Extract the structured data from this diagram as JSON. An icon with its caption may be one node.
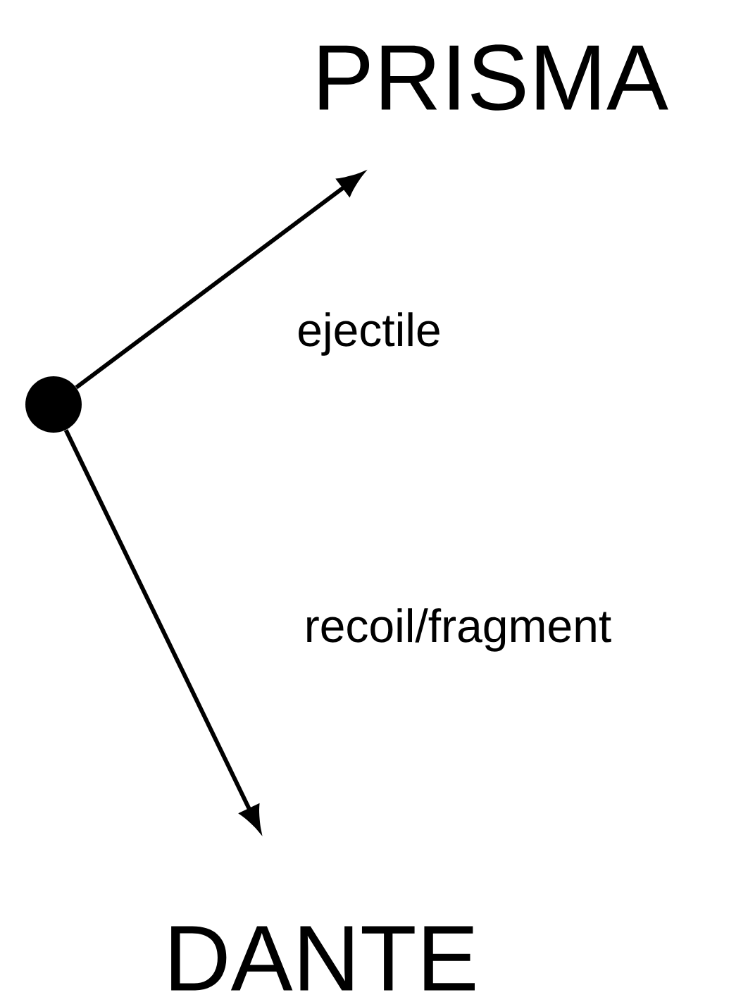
{
  "diagram": {
    "nodes": [
      {
        "text": [],
        "shape": "circle"
      },
      {
        "text": [
          "PRISMA"
        ]
      },
      {
        "text": [
          "DANTE"
        ]
      }
    ],
    "edges": [
      {
        "from": 0,
        "to": 1,
        "arrow": "to",
        "label": "ejectile"
      },
      {
        "from": 0,
        "to": 2,
        "arrow": "to",
        "label": "recoil/fragment"
      }
    ]
  }
}
